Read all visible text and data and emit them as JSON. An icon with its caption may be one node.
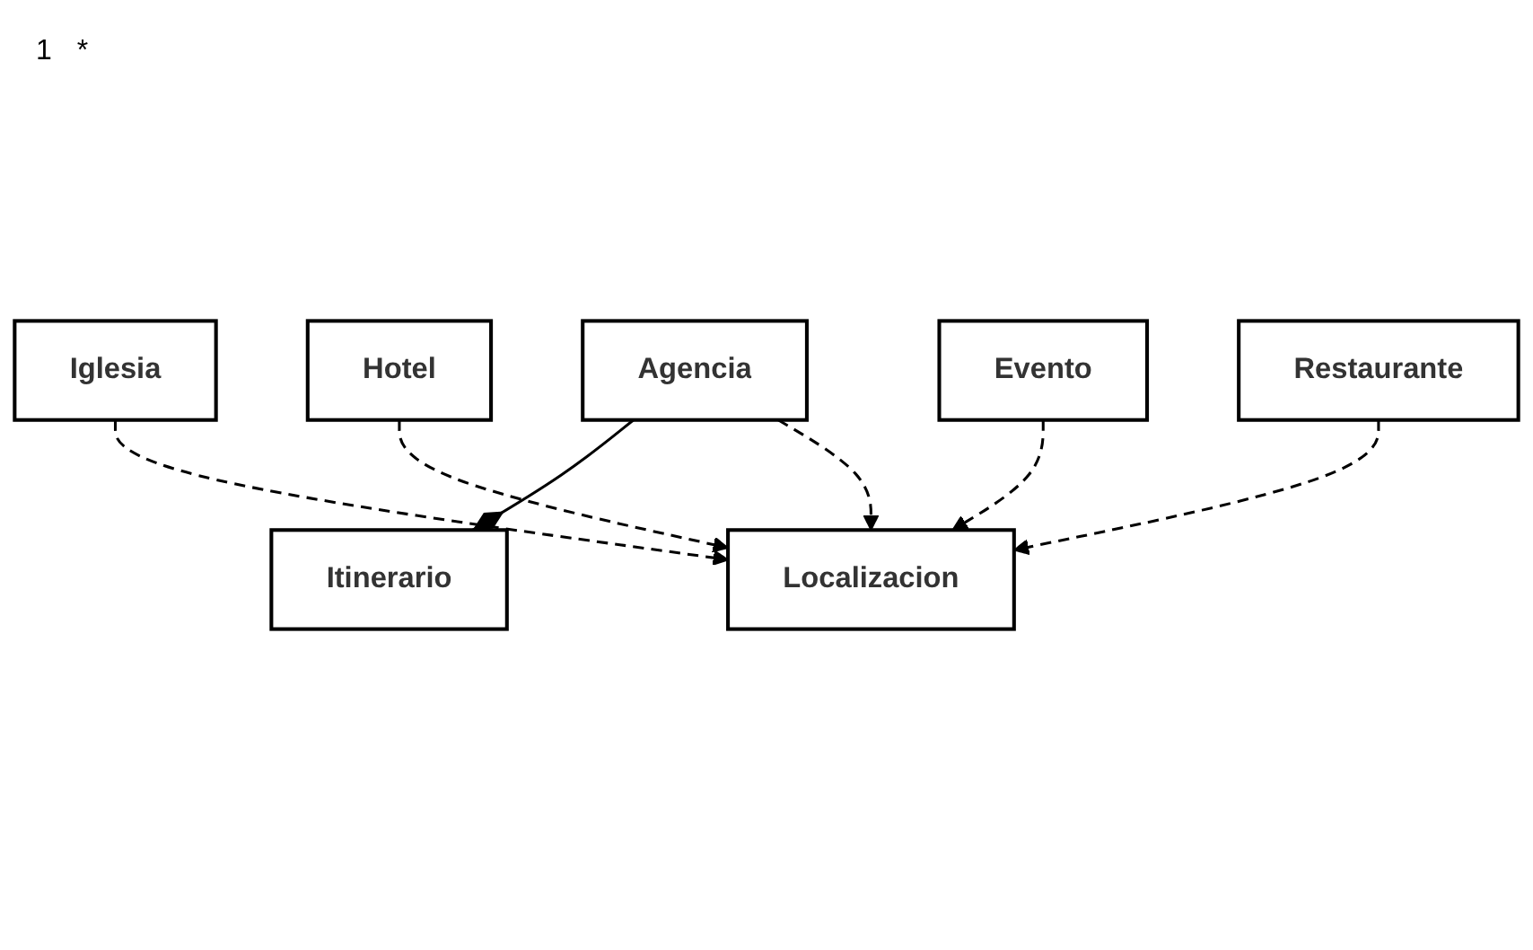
{
  "diagram": {
    "nodes": [
      {
        "text": [
          "Iglesia"
        ]
      },
      {
        "text": [
          "Agencia"
        ]
      },
      {
        "text": [
          "Itinerario"
        ]
      },
      {
        "text": [
          "Localizacion"
        ]
      },
      {
        "text": [
          "Evento"
        ]
      },
      {
        "text": [
          "Hotel"
        ]
      },
      {
        "text": [
          "Restaurante"
        ]
      }
    ],
    "edges": [
      {
        "from": 1,
        "to": 2,
        "arrow": "other"
      },
      {
        "from": 1,
        "to": 3,
        "arrow": "to",
        "style": "dashed"
      },
      {
        "from": 0,
        "to": 3,
        "arrow": "to",
        "style": "dashed"
      },
      {
        "from": 5,
        "to": 3,
        "arrow": "to",
        "style": "dashed"
      },
      {
        "from": 4,
        "to": 3,
        "arrow": "to",
        "style": "dashed"
      },
      {
        "from": 6,
        "to": 3,
        "arrow": "to",
        "style": "dashed"
      }
    ],
    "labels": [
      "1",
      "*"
    ]
  }
}
